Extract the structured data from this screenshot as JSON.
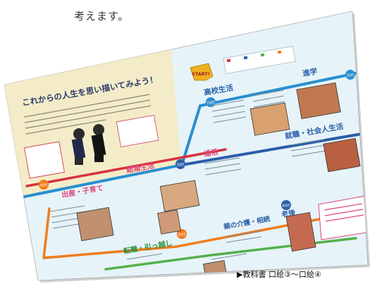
{
  "intro_text": "考えます。",
  "caption": "▶教科書 口絵③～口絵④",
  "spread": {
    "title": "これからの人生を思い描いてみよう！",
    "start_badge": "START!",
    "stages": {
      "high_school": "高校生活",
      "advancement": "進学",
      "employment": "就職・社会人生活",
      "marriage": "婚活",
      "married_life": "結婚生活",
      "childbirth": "出産・子育て",
      "parent_care": "親の介護・相続",
      "old_age": "老後",
      "relocation": "転職・引っ越し"
    },
    "age_markers": [
      "10代",
      "20代",
      "30代",
      "40代",
      "50代",
      "60代"
    ]
  },
  "colors": {
    "teal_line": "#2a8fd0",
    "blue_line": "#2a5ea8",
    "red_line": "#d8323c",
    "orange_line": "#f07c1c",
    "green_line": "#55b048",
    "pink_text": "#e0457b",
    "left_panel": "#f4ecc8",
    "page_bg": "#e6f3f8"
  }
}
